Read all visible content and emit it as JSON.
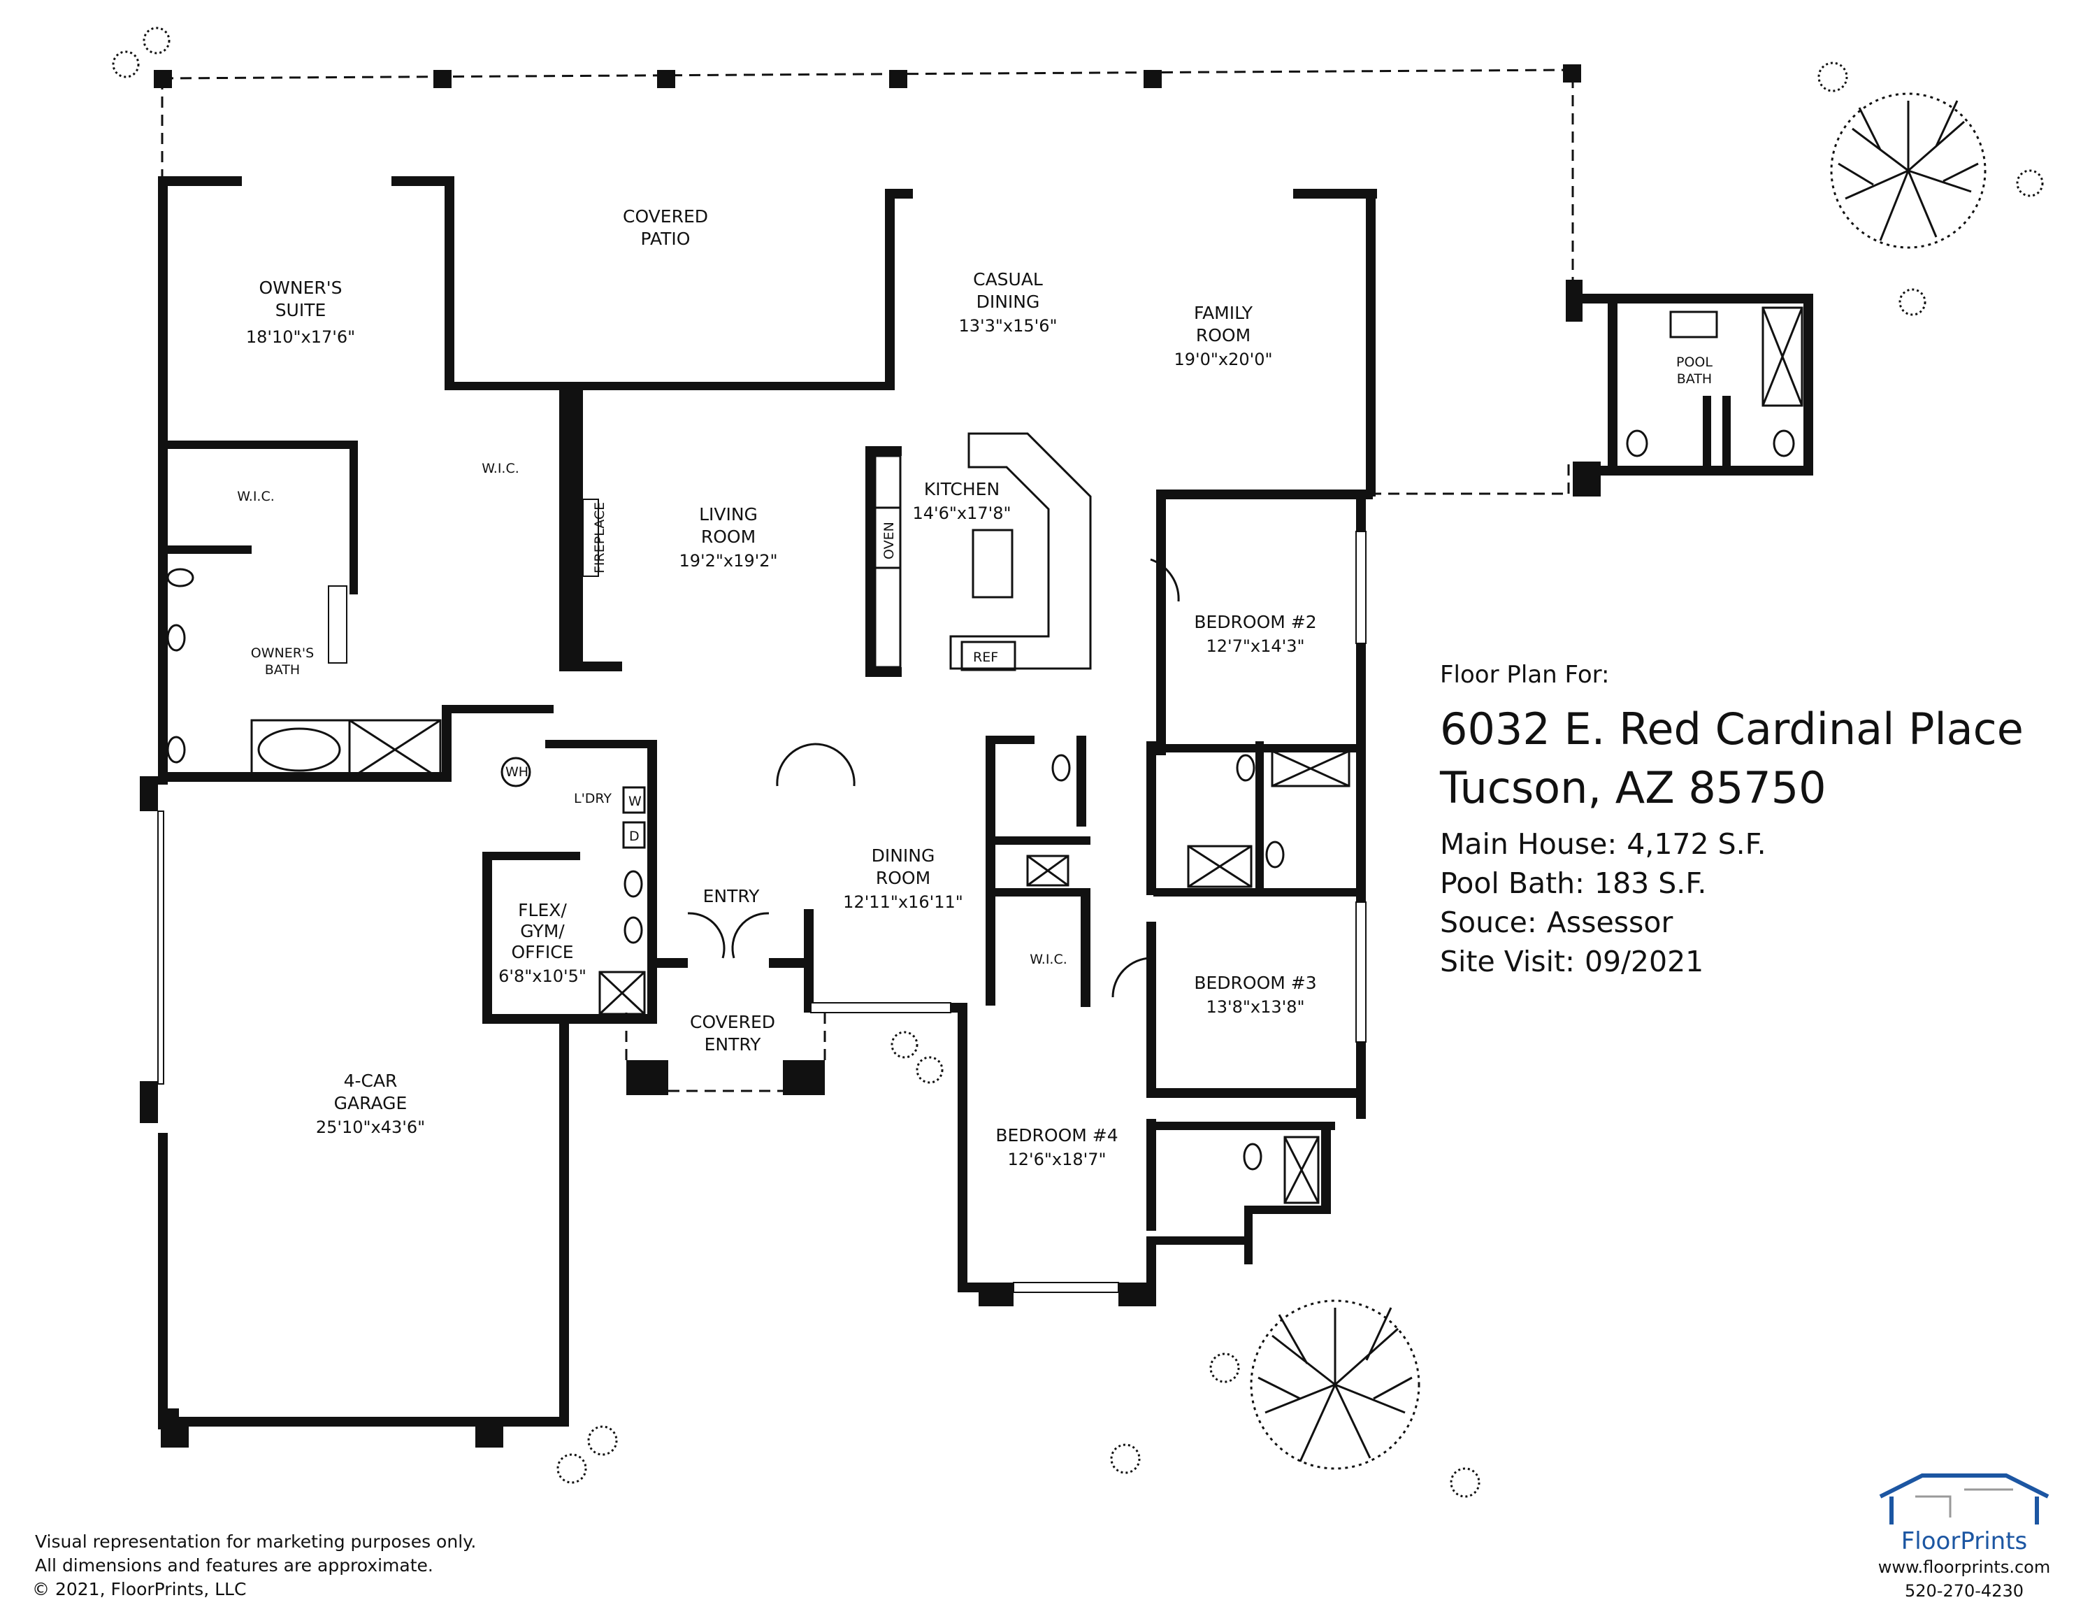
{
  "rooms": [
    {
      "id": "covered-patio",
      "name": [
        "COVERED",
        "PATIO"
      ],
      "dim": ""
    },
    {
      "id": "owners-suite",
      "name": [
        "OWNER'S",
        "SUITE"
      ],
      "dim": "18'10\"x17'6\""
    },
    {
      "id": "casual-dining",
      "name": [
        "CASUAL",
        "DINING"
      ],
      "dim": "13'3\"x15'6\""
    },
    {
      "id": "family-room",
      "name": [
        "FAMILY",
        "ROOM"
      ],
      "dim": "19'0\"x20'0\""
    },
    {
      "id": "pool-bath",
      "name": [
        "POOL",
        "BATH"
      ],
      "dim": ""
    },
    {
      "id": "wic-1",
      "name": [
        "W.I.C."
      ],
      "dim": ""
    },
    {
      "id": "wic-2",
      "name": [
        "W.I.C."
      ],
      "dim": ""
    },
    {
      "id": "living-room",
      "name": [
        "LIVING",
        "ROOM"
      ],
      "dim": "19'2\"x19'2\""
    },
    {
      "id": "kitchen",
      "name": [
        "KITCHEN"
      ],
      "dim": "14'6\"x17'8\""
    },
    {
      "id": "owners-bath",
      "name": [
        "OWNER'S",
        "BATH"
      ],
      "dim": ""
    },
    {
      "id": "bedroom-2",
      "name": [
        "BEDROOM #2"
      ],
      "dim": "12'7\"x14'3\""
    },
    {
      "id": "laundry",
      "name": [
        "L'DRY"
      ],
      "dim": ""
    },
    {
      "id": "dining-room",
      "name": [
        "DINING",
        "ROOM"
      ],
      "dim": "12'11\"x16'11\""
    },
    {
      "id": "entry",
      "name": [
        "ENTRY"
      ],
      "dim": ""
    },
    {
      "id": "flex",
      "name": [
        "FLEX/",
        "GYM/",
        "OFFICE"
      ],
      "dim": "6'8\"x10'5\""
    },
    {
      "id": "wic-3",
      "name": [
        "W.I.C."
      ],
      "dim": ""
    },
    {
      "id": "bedroom-3",
      "name": [
        "BEDROOM #3"
      ],
      "dim": "13'8\"x13'8\""
    },
    {
      "id": "covered-entry",
      "name": [
        "COVERED",
        "ENTRY"
      ],
      "dim": ""
    },
    {
      "id": "garage",
      "name": [
        "4-CAR",
        "GARAGE"
      ],
      "dim": "25'10\"x43'6\""
    },
    {
      "id": "bedroom-4",
      "name": [
        "BEDROOM #4"
      ],
      "dim": "12'6\"x18'7\""
    }
  ],
  "fixtures": {
    "fireplace": "FIREPLACE",
    "oven": "OVEN",
    "ref": "REF",
    "water_heater": "WH",
    "washer": "W",
    "dryer": "D"
  },
  "info": {
    "header": "Floor Plan For:",
    "address_line1": "6032 E. Red Cardinal Place",
    "address_line2": "Tucson, AZ  85750",
    "stats": [
      {
        "label": "Main House:",
        "value": "4,172 S.F."
      },
      {
        "label": "Pool Bath:",
        "value": "183 S.F."
      },
      {
        "label": "Souce:",
        "value": "Assessor"
      },
      {
        "label": "Site Visit:",
        "value": "09/2021"
      }
    ]
  },
  "disclaimer": {
    "line1": "Visual representation for marketing purposes only.",
    "line2": "All dimensions and features are approximate."
  },
  "copyright": "© 2021, FloorPrints, LLC",
  "logo": {
    "brand": "FloorPrints",
    "website": "www.floorprints.com",
    "phone": "520-270-4230",
    "color": "#1c56a2"
  }
}
